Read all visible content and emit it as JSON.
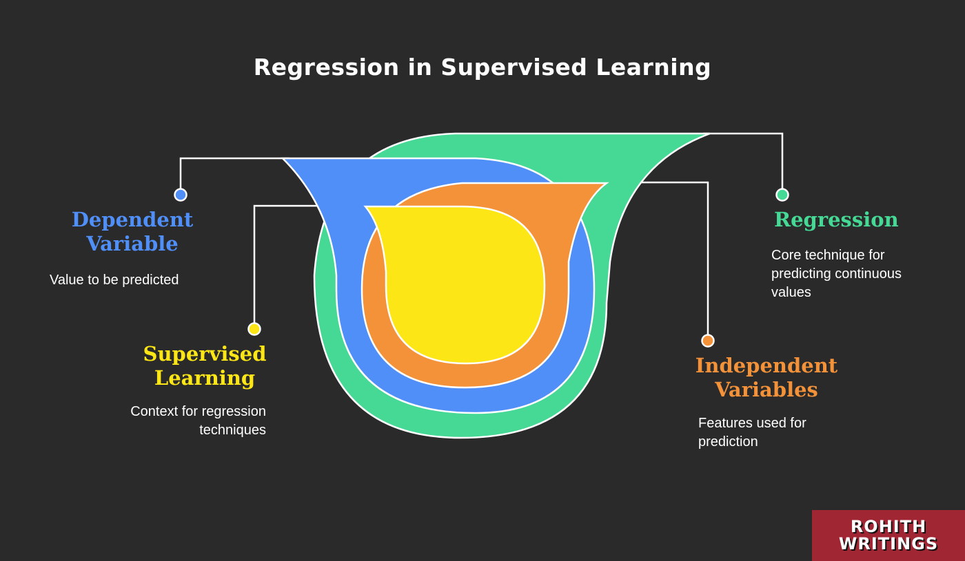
{
  "title": "Regression in Supervised Learning",
  "colors": {
    "background": "#2a2a2a",
    "regression": "#45d995",
    "dependent": "#4f8ff7",
    "independent": "#f4923a",
    "supervised": "#fde615",
    "connector": "#ffffff",
    "brand_bg": "#a02634"
  },
  "regression": {
    "heading": "Regression",
    "description": [
      "Core technique for",
      "predicting continuous",
      "values"
    ]
  },
  "dependent": {
    "heading": [
      "Dependent",
      "Variable"
    ],
    "description": "Value to be predicted"
  },
  "supervised": {
    "heading": [
      "Supervised",
      "Learning"
    ],
    "description": [
      "Context for regression",
      "techniques"
    ]
  },
  "independent": {
    "heading": [
      "Independent",
      "Variables"
    ],
    "description": [
      "Features used for",
      "prediction"
    ]
  },
  "brand": {
    "line1": "ROHITH",
    "line2": "WRITINGS"
  }
}
